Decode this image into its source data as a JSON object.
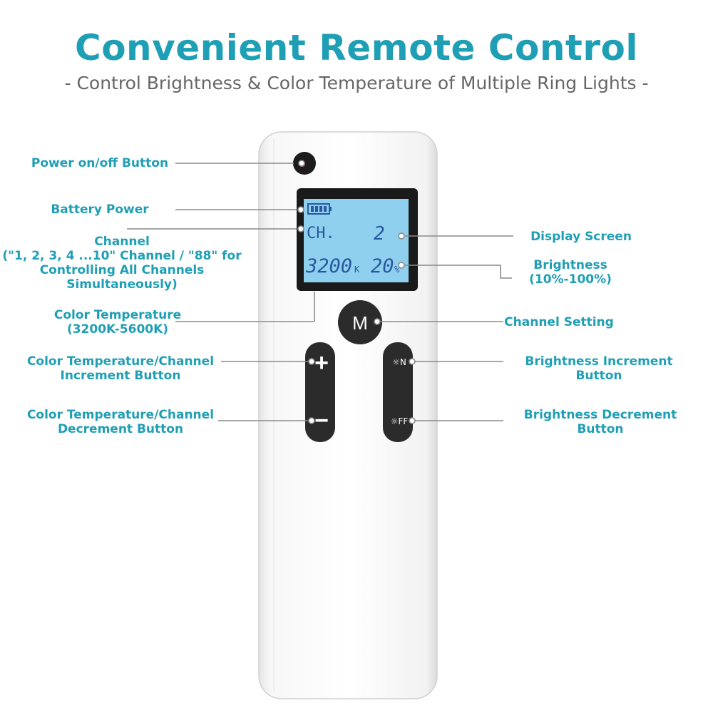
{
  "colors": {
    "accent": "#1f9fb5",
    "lcd": "#8fd0ee",
    "lcd_text": "#2a58a0",
    "button": "#2b2b2b",
    "leader": "#8a8a8a"
  },
  "header": {
    "title": "Convenient Remote Control",
    "subtitle": "- Control Brightness & Color Temperature of Multiple Ring Lights -"
  },
  "remote": {
    "lcd_channel_label": "CH.",
    "lcd_channel_value": "2",
    "lcd_temperature": "3200",
    "lcd_temperature_unit": "K",
    "lcd_brightness": "20",
    "lcd_brightness_unit": "%",
    "mode_button": "M",
    "plus_button": "+",
    "minus_button": "−",
    "on_button": "☼N",
    "off_button": "☼FF"
  },
  "labels": {
    "power": "Power on/off Button",
    "battery": "Battery Power",
    "channel": [
      "Channel",
      "(\"1, 2, 3, 4 ...10\" Channel / \"88\" for",
      "Controlling All Channels",
      "Simultaneously)"
    ],
    "color_temp": [
      "Color Temperature",
      "(3200K-5600K)"
    ],
    "ct_increment": [
      "Color Temperature/Channel",
      "Increment Button"
    ],
    "ct_decrement": [
      "Color Temperature/Channel",
      "Decrement Button"
    ],
    "display": "Display Screen",
    "brightness": [
      "Brightness",
      "(10%-100%)"
    ],
    "channel_setting": "Channel Setting",
    "br_increment": [
      "Brightness Increment",
      "Button"
    ],
    "br_decrement": [
      "Brightness Decrement",
      "Button"
    ]
  }
}
